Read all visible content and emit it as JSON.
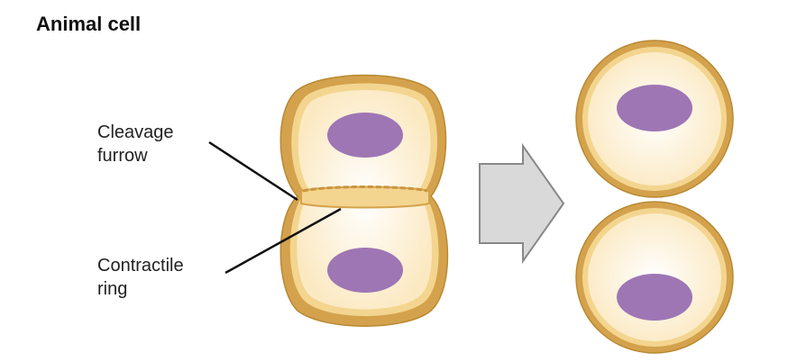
{
  "title": "Animal cell",
  "labels": {
    "cleavage_furrow": [
      "Cleavage",
      "furrow"
    ],
    "contractile_ring": [
      "Contractile",
      "ring"
    ]
  },
  "colors": {
    "membrane_outer": "#d4a24c",
    "membrane_inner": "#f3d58f",
    "cytoplasm": "#fdf1d3",
    "nucleus": "#9e76b4",
    "arrow_fill": "#d9d9d9",
    "arrow_stroke": "#888888"
  }
}
